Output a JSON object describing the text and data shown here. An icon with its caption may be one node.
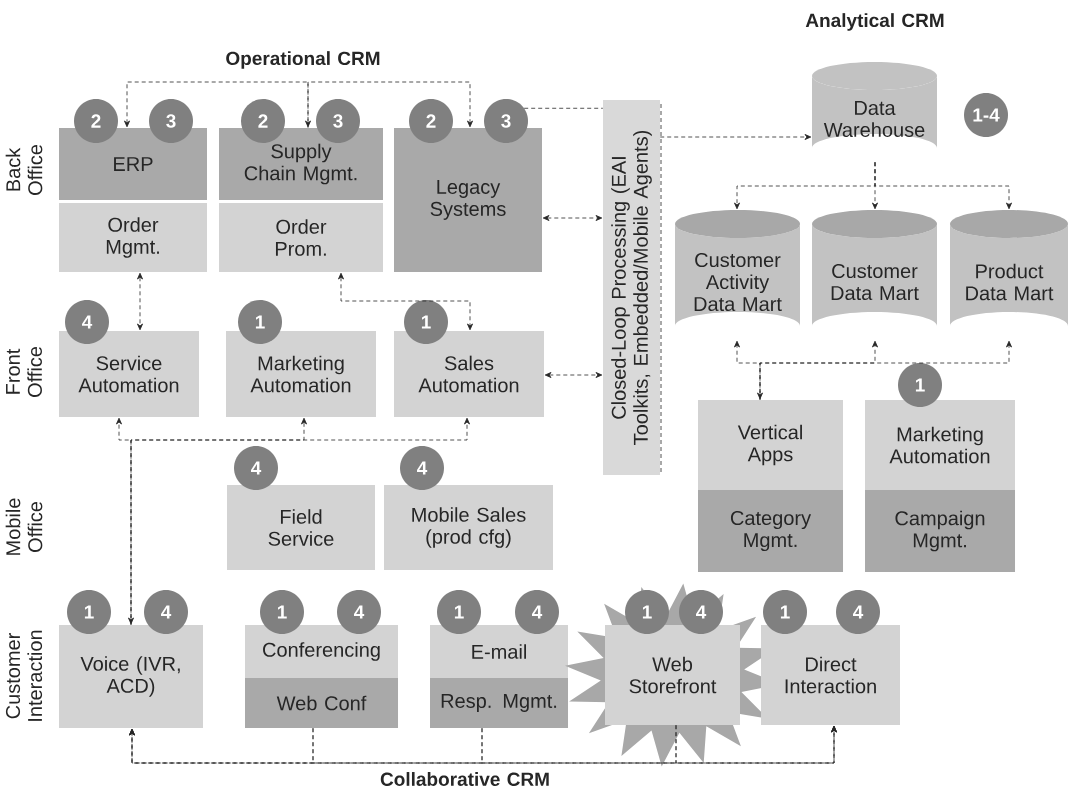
{
  "diagram": {
    "nodes": [
      {
        "text": [
          "ERP"
        ]
      },
      {
        "text": [
          "2"
        ]
      },
      {
        "text": [
          "3"
        ]
      },
      {
        "text": [
          "Order Mgmt."
        ]
      },
      {
        "text": [
          "Supply Chain Mgmt."
        ]
      },
      {
        "text": [
          "2"
        ]
      },
      {
        "text": [
          "3"
        ]
      },
      {
        "text": [
          "Order Prom."
        ]
      },
      {
        "text": [
          "Legacy Systems"
        ]
      },
      {
        "text": [
          "2"
        ]
      },
      {
        "text": [
          "3"
        ]
      },
      {
        "text": [
          "Closed-Loop Processing (EAI Toolkits, Embedded/Mobile Agents)"
        ]
      },
      {
        "text": [
          "Data Warehouse"
        ]
      },
      {
        "text": [
          "1-4"
        ]
      },
      {
        "text": [
          "Customer Activity Data Mart"
        ]
      },
      {
        "text": [
          "Customer Data Mart"
        ]
      },
      {
        "text": [
          "Product Data Mart"
        ]
      },
      {
        "text": [
          "Service Automation"
        ]
      },
      {
        "text": [
          "4"
        ]
      },
      {
        "text": [
          "Marketing Automation"
        ]
      },
      {
        "text": [
          "1"
        ]
      },
      {
        "text": [
          "Sales Automation"
        ]
      },
      {
        "text": [
          "1"
        ]
      },
      {
        "text": [
          "Vertical Apps"
        ]
      },
      {
        "text": [
          "Category Mgmt."
        ]
      },
      {
        "text": [
          "Marketing Automation"
        ]
      },
      {
        "text": [
          "1"
        ]
      },
      {
        "text": [
          "Campaign Mgmt."
        ]
      },
      {
        "text": [
          "Field Service"
        ]
      },
      {
        "text": [
          "4"
        ]
      },
      {
        "text": [
          "Mobile Sales (prod cfg)"
        ]
      },
      {
        "text": [
          "4"
        ]
      },
      {
        "text": [
          "Voice (IVR, ACD)"
        ]
      },
      {
        "text": [
          "1"
        ]
      },
      {
        "text": [
          "4"
        ]
      },
      {
        "text": [
          "Conferencing"
        ]
      },
      {
        "text": [
          "1"
        ]
      },
      {
        "text": [
          "4"
        ]
      },
      {
        "text": [
          "Web Conf"
        ]
      },
      {
        "text": [
          "E-mail"
        ]
      },
      {
        "text": [
          "1"
        ]
      },
      {
        "text": [
          "4"
        ]
      },
      {
        "text": [
          "Resp. Mgmt."
        ]
      },
      {
        "text": [
          "Web Storefront"
        ]
      },
      {
        "text": [
          "1"
        ]
      },
      {
        "text": [
          "4"
        ]
      },
      {
        "text": [
          "Direct Interaction"
        ]
      },
      {
        "text": [
          "1"
        ]
      },
      {
        "text": [
          "4"
        ]
      }
    ],
    "edges": [
      {
        "from": 4,
        "to": 0,
        "arrow": "both"
      },
      {
        "from": 4,
        "to": 8,
        "arrow": "to"
      },
      {
        "from": 10,
        "to": 11,
        "arrow": "none"
      },
      {
        "from": 8,
        "to": 11,
        "arrow": "both"
      },
      {
        "from": 11,
        "to": 12,
        "arrow": "to"
      },
      {
        "from": 12,
        "to": 14,
        "arrow": "to"
      },
      {
        "from": 12,
        "to": 15,
        "arrow": "to"
      },
      {
        "from": 12,
        "to": 16,
        "arrow": "to"
      },
      {
        "from": 23,
        "to": 14,
        "arrow": "both"
      },
      {
        "from": 23,
        "to": 15,
        "arrow": "to"
      },
      {
        "from": 23,
        "to": 16,
        "arrow": "to"
      },
      {
        "from": 3,
        "to": 17,
        "arrow": "both"
      },
      {
        "from": 7,
        "to": 21,
        "arrow": "both"
      },
      {
        "from": 21,
        "to": 11,
        "arrow": "both"
      },
      {
        "from": 32,
        "to": 17,
        "arrow": "both"
      },
      {
        "from": 32,
        "to": 19,
        "arrow": "to"
      },
      {
        "from": 32,
        "to": 21,
        "arrow": "to"
      },
      {
        "from": 38,
        "to": 32,
        "arrow": "to"
      },
      {
        "from": 38,
        "to": 46,
        "arrow": "to"
      },
      {
        "from": 42,
        "to": 32,
        "arrow": "to"
      },
      {
        "from": 42,
        "to": 46,
        "arrow": "to"
      },
      {
        "from": 43,
        "to": 32,
        "arrow": "to"
      },
      {
        "from": 43,
        "to": 46,
        "arrow": "to"
      }
    ],
    "labels": [
      "Analytical CRM",
      "Operational CRM",
      "Back Office",
      "Front Office",
      "Mobile Office",
      "Customer Interaction",
      "Collaborative CRM"
    ]
  }
}
